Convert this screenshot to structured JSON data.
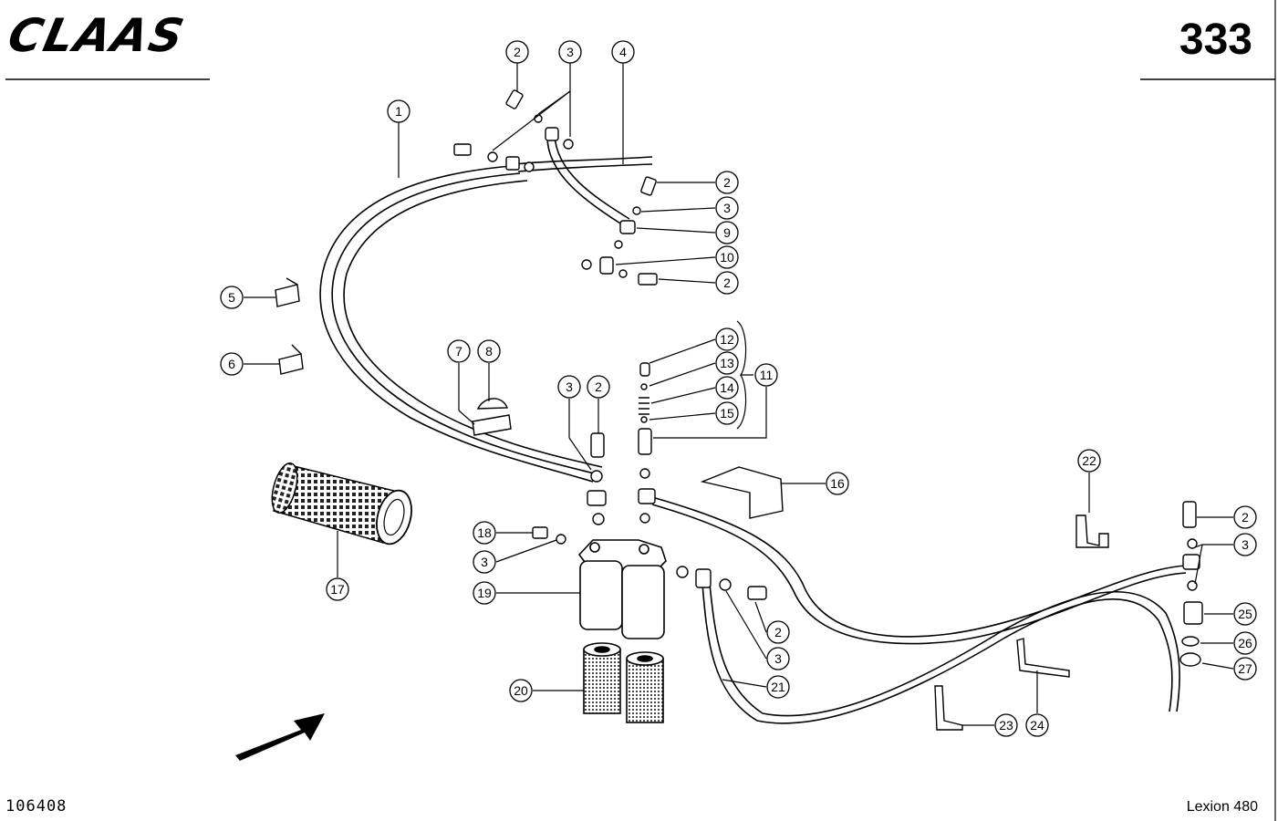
{
  "header": {
    "brand": "CLAAS",
    "page_number": "333"
  },
  "footer": {
    "drawing_number": "106408",
    "model": "Lexion 480"
  },
  "callouts": [
    "1",
    "2",
    "3",
    "4",
    "2",
    "3",
    "9",
    "10",
    "2",
    "5",
    "6",
    "7",
    "8",
    "12",
    "13",
    "14",
    "15",
    "11",
    "3",
    "2",
    "16",
    "22",
    "17",
    "18",
    "3",
    "2",
    "3",
    "19",
    "2",
    "3",
    "25",
    "26",
    "27",
    "20",
    "21",
    "23",
    "24"
  ]
}
